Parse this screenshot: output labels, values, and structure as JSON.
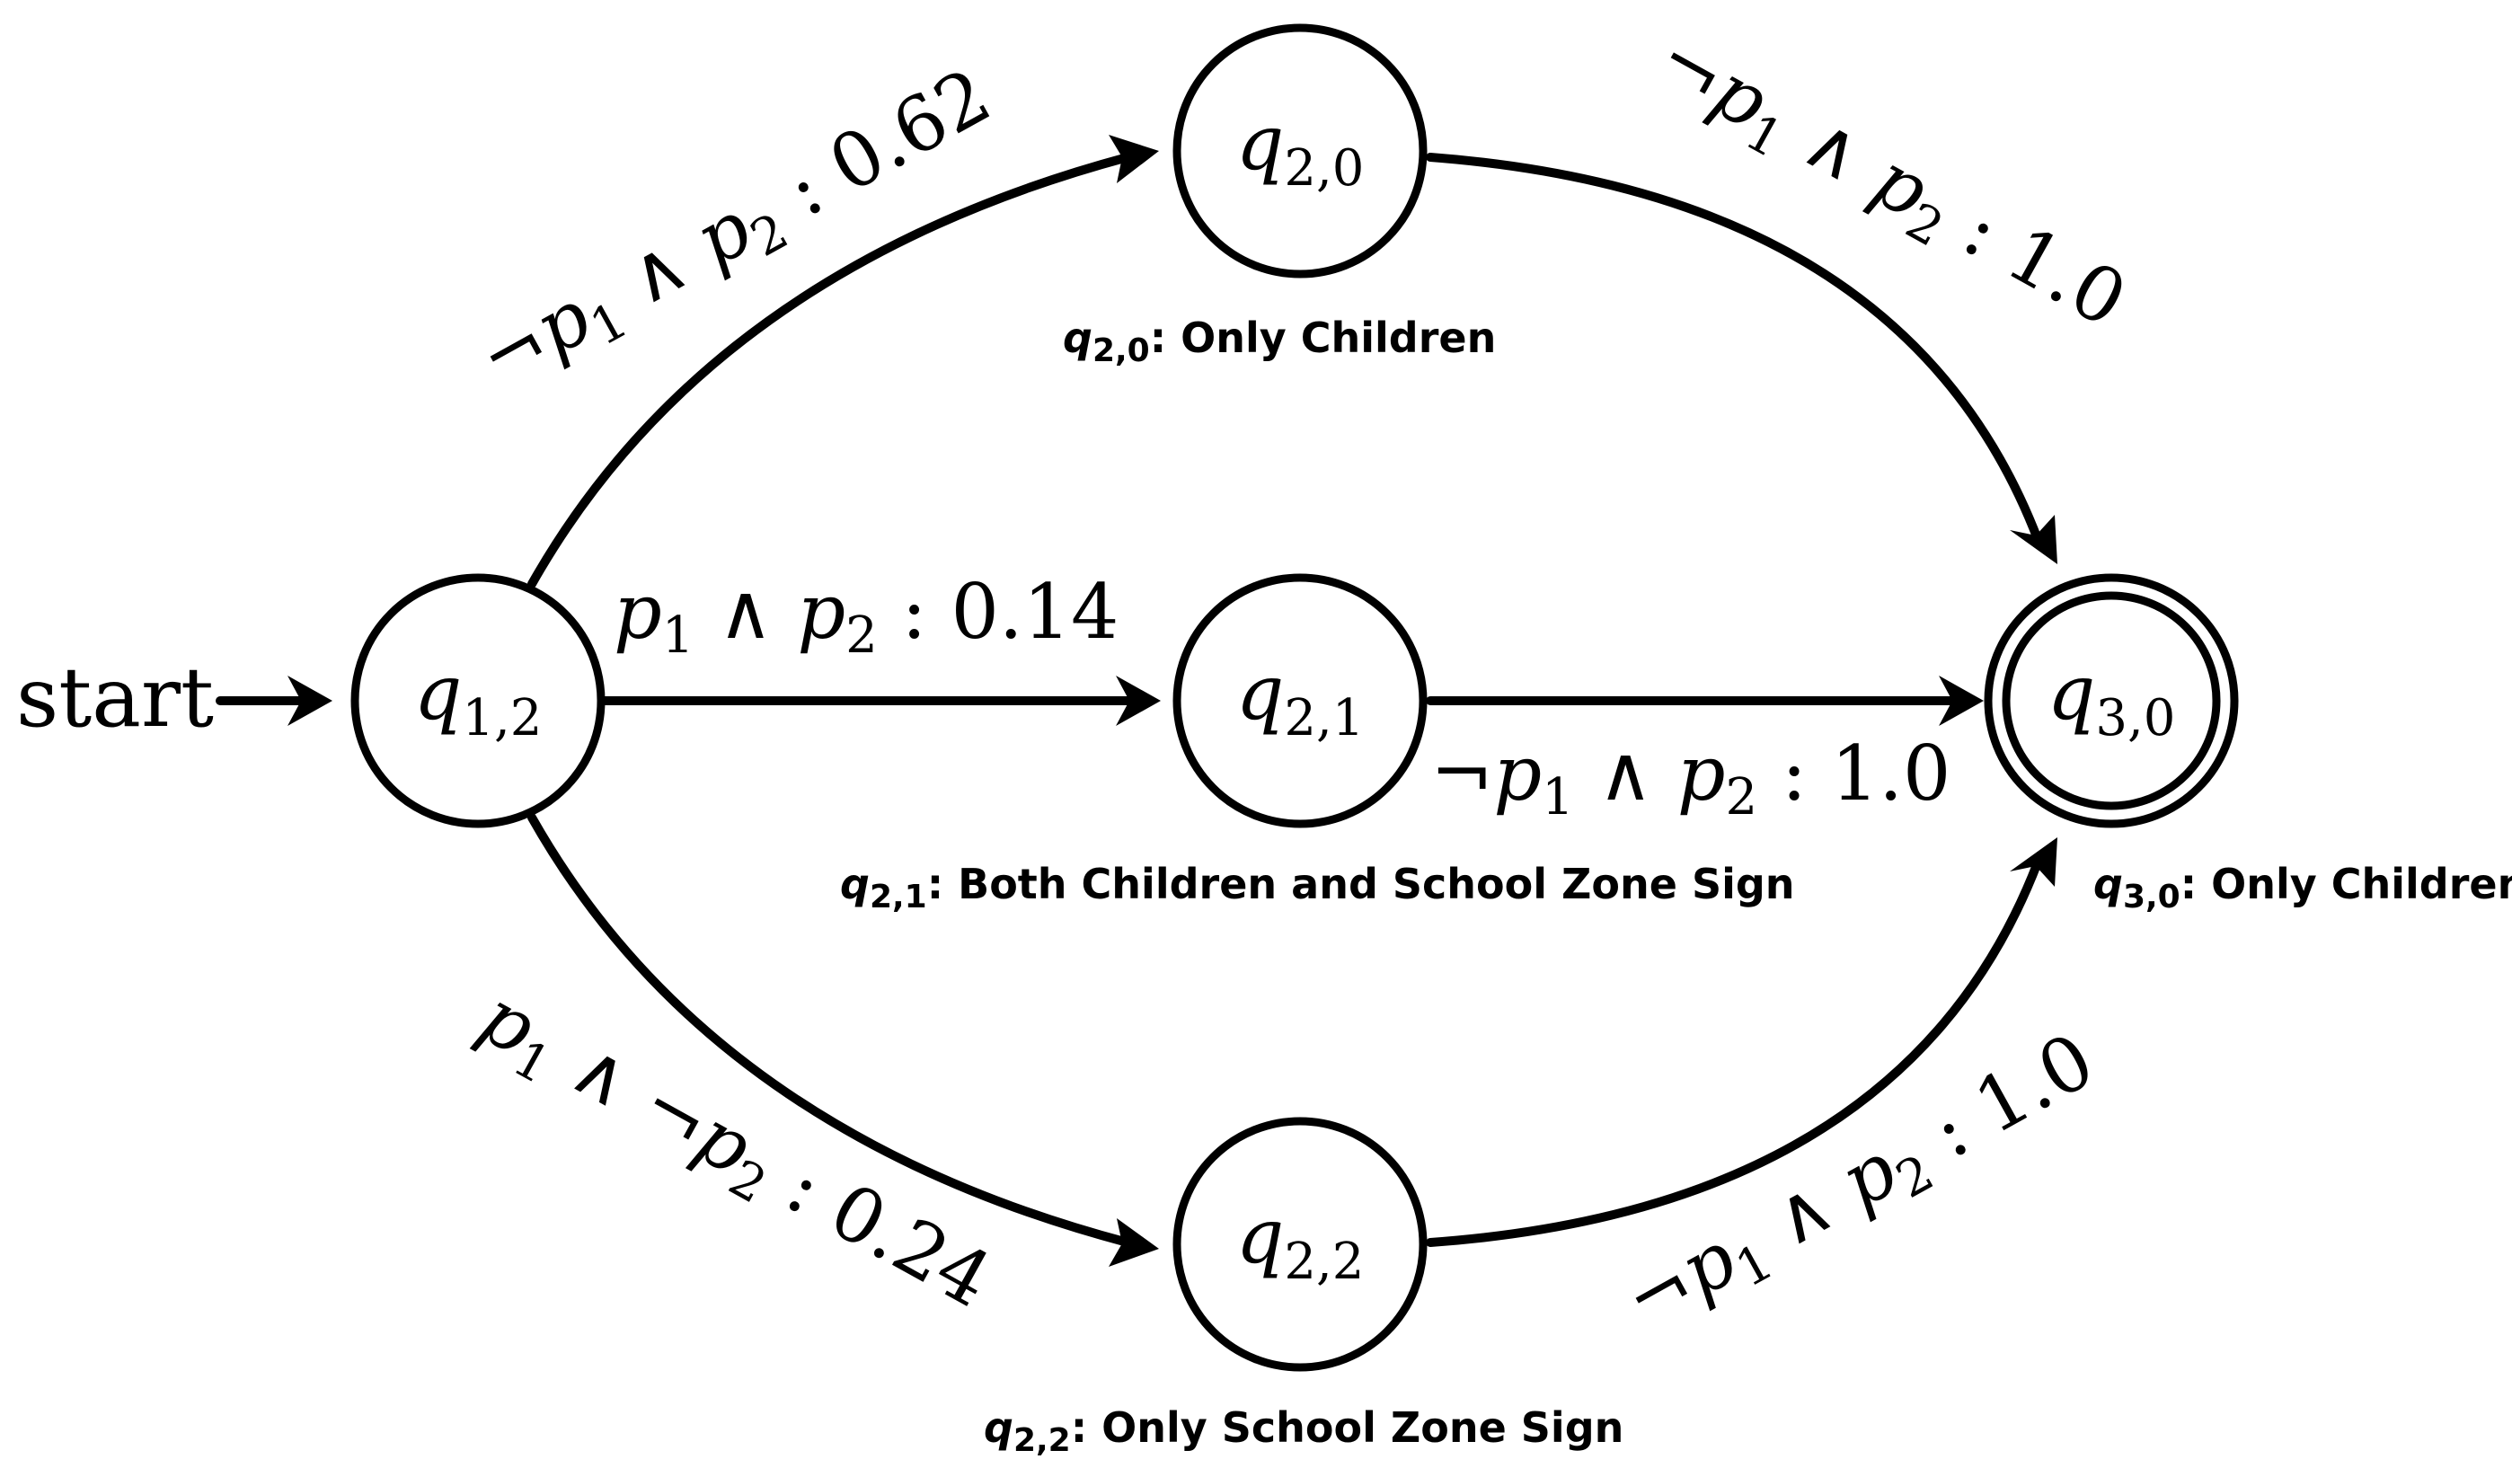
{
  "diagram": {
    "start_label": "start",
    "states": [
      {
        "id": "q12",
        "name": "q",
        "sub": "1,2",
        "accepting": false
      },
      {
        "id": "q20",
        "name": "q",
        "sub": "2,0",
        "accepting": false
      },
      {
        "id": "q21",
        "name": "q",
        "sub": "2,1",
        "accepting": false
      },
      {
        "id": "q22",
        "name": "q",
        "sub": "2,2",
        "accepting": false
      },
      {
        "id": "q30",
        "name": "q",
        "sub": "3,0",
        "accepting": true
      }
    ],
    "transitions": [
      {
        "from": "q12",
        "to": "q20",
        "label": {
          "neg1": "¬",
          "p1": "p",
          "p1s": "1",
          "and": " ∧ ",
          "neg2": "",
          "p2": "p",
          "p2s": "2",
          "prob": " : 0.62"
        }
      },
      {
        "from": "q12",
        "to": "q21",
        "label": {
          "neg1": "",
          "p1": "p",
          "p1s": "1",
          "and": " ∧ ",
          "neg2": "",
          "p2": "p",
          "p2s": "2",
          "prob": " : 0.14"
        }
      },
      {
        "from": "q12",
        "to": "q22",
        "label": {
          "neg1": "",
          "p1": "p",
          "p1s": "1",
          "and": " ∧ ",
          "neg2": "¬",
          "p2": "p",
          "p2s": "2",
          "prob": " : 0.24"
        }
      },
      {
        "from": "q20",
        "to": "q30",
        "label": {
          "neg1": "¬",
          "p1": "p",
          "p1s": "1",
          "and": " ∧ ",
          "neg2": "",
          "p2": "p",
          "p2s": "2",
          "prob": " : 1.0"
        }
      },
      {
        "from": "q21",
        "to": "q30",
        "label": {
          "neg1": "¬",
          "p1": "p",
          "p1s": "1",
          "and": " ∧ ",
          "neg2": "",
          "p2": "p",
          "p2s": "2",
          "prob": " : 1.0"
        }
      },
      {
        "from": "q22",
        "to": "q30",
        "label": {
          "neg1": "¬",
          "p1": "p",
          "p1s": "1",
          "and": " ∧ ",
          "neg2": "",
          "p2": "p",
          "p2s": "2",
          "prob": " : 1.0"
        }
      }
    ],
    "annotations": {
      "q20": {
        "q": "q",
        "sub": "2,0",
        "text": ": Only Children"
      },
      "q21": {
        "q": "q",
        "sub": "2,1",
        "text": ": Both Children and School Zone Sign"
      },
      "q22": {
        "q": "q",
        "sub": "2,2",
        "text": ": Only School Zone Sign"
      },
      "q30": {
        "q": "q",
        "sub": "3,0",
        "text": ": Only Children"
      }
    }
  }
}
